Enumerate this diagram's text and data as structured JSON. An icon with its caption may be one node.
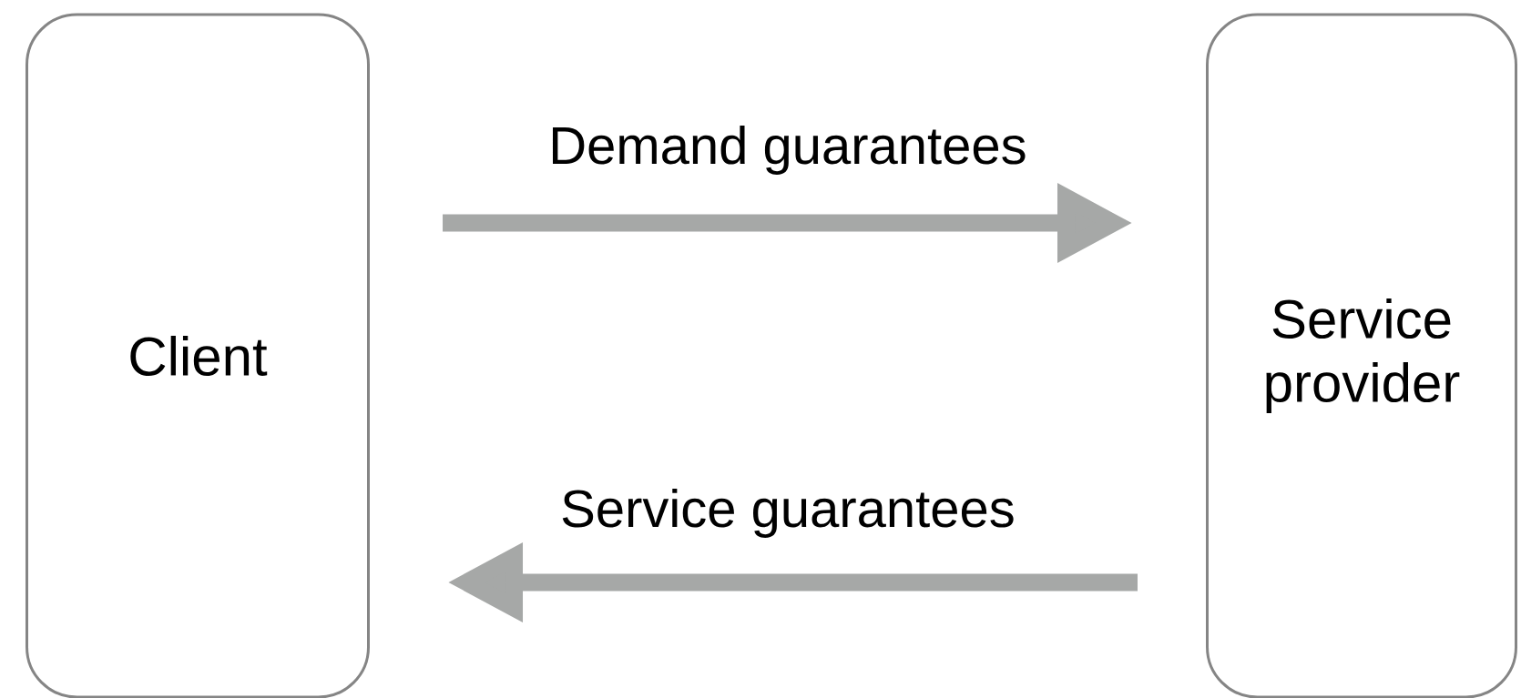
{
  "diagram": {
    "nodes": [
      {
        "text": [
          "Client"
        ]
      },
      {
        "text": [
          "Service provider"
        ]
      }
    ],
    "edges": [
      {
        "from": 0,
        "to": 1,
        "arrow": "to",
        "label": "Demand guarantees"
      },
      {
        "from": 1,
        "to": 0,
        "arrow": "to",
        "label": "Service guarantees"
      }
    ]
  }
}
